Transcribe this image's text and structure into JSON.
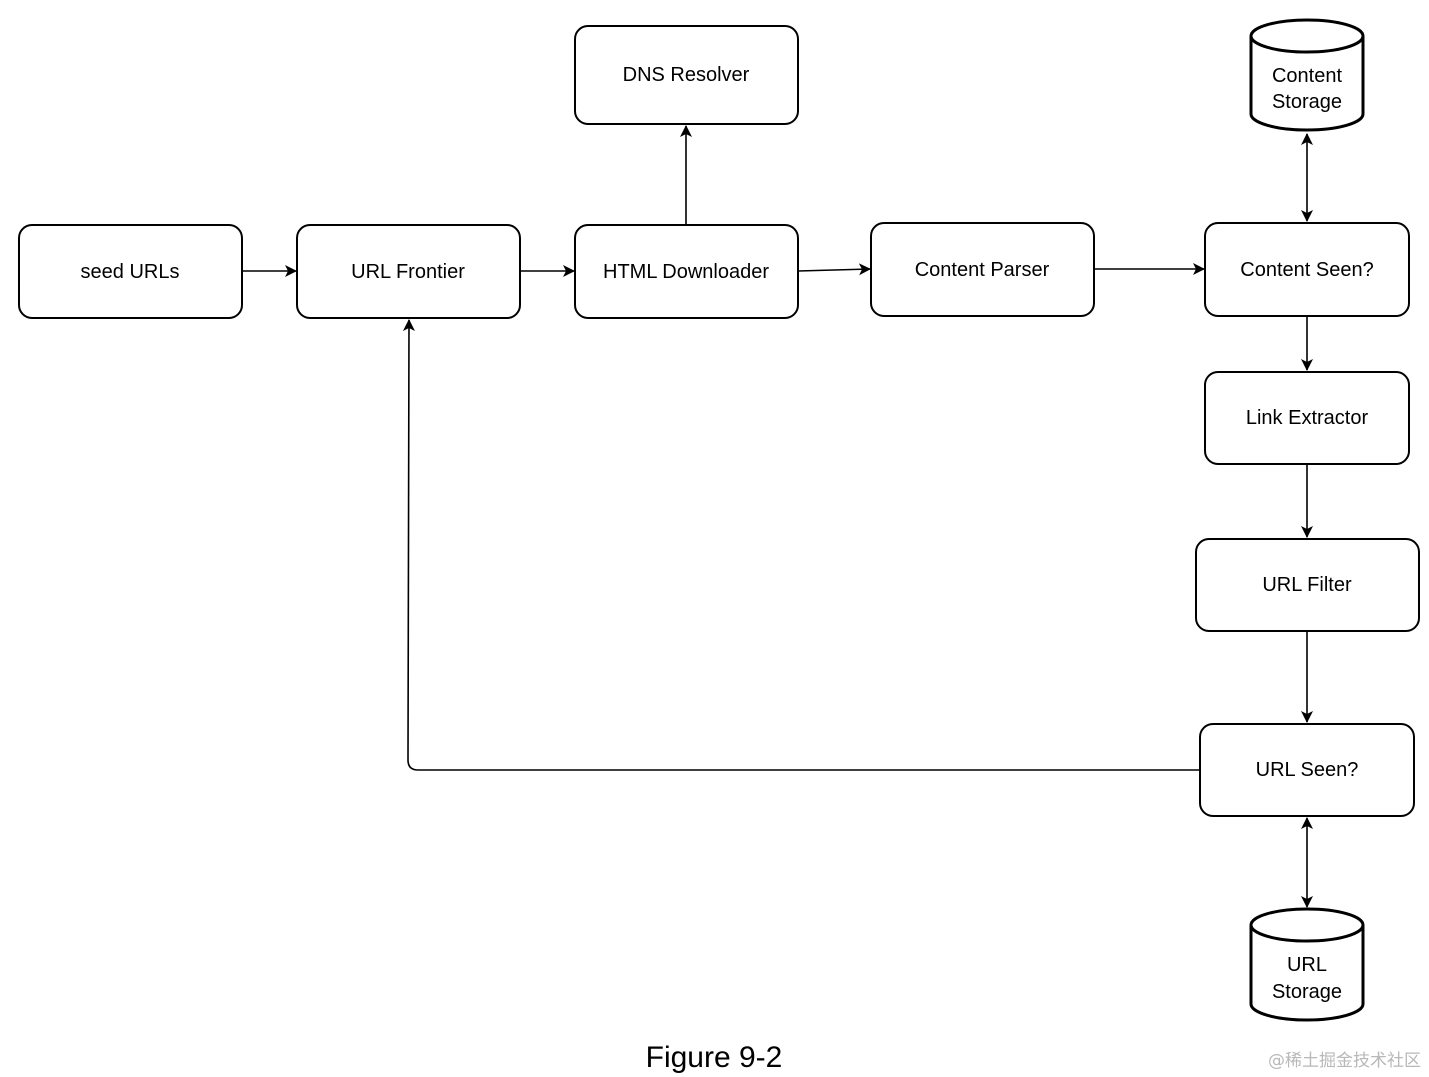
{
  "nodes": {
    "seed_urls": "seed URLs",
    "url_frontier": "URL Frontier",
    "html_downloader": "HTML Downloader",
    "dns_resolver": "DNS Resolver",
    "content_parser": "Content Parser",
    "content_seen": "Content Seen?",
    "link_extractor": "Link Extractor",
    "url_filter": "URL Filter",
    "url_seen": "URL Seen?"
  },
  "stores": {
    "content_storage": {
      "line1": "Content",
      "line2": "Storage"
    },
    "url_storage": {
      "line1": "URL",
      "line2": "Storage"
    }
  },
  "caption": "Figure 9-2",
  "watermark": "@稀土掘金技术社区"
}
